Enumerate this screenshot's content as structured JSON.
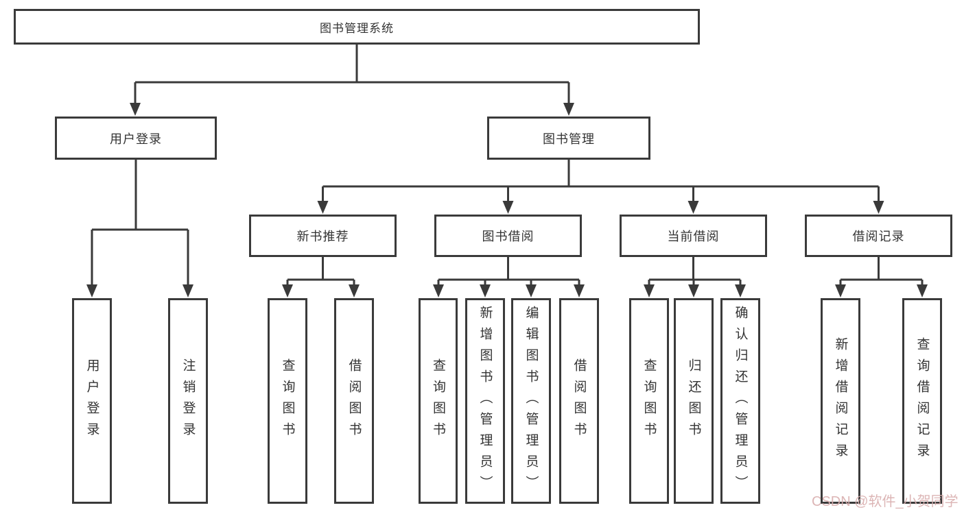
{
  "diagram": {
    "root": "图书管理系统",
    "level1": [
      "用户登录",
      "图书管理"
    ],
    "level2": [
      "新书推荐",
      "图书借阅",
      "当前借阅",
      "借阅记录"
    ],
    "leaves": {
      "user_login": [
        "用户登录",
        "注销登录"
      ],
      "new_book": [
        "查询图书",
        "借阅图书"
      ],
      "book_borrow": [
        "查询图书",
        "新增图书（管理员）",
        "编辑图书（管理员）",
        "借阅图书"
      ],
      "current_borrow": [
        "查询图书",
        "归还图书",
        "确认归还（管理员）"
      ],
      "borrow_record": [
        "新增借阅记录",
        "查询借阅记录"
      ]
    },
    "watermark": "CSDN @软件_小贺同学",
    "colors": {
      "line": "#3a3a3a",
      "text": "#333333",
      "watermark": "#d9aeae",
      "background": "#ffffff"
    }
  }
}
